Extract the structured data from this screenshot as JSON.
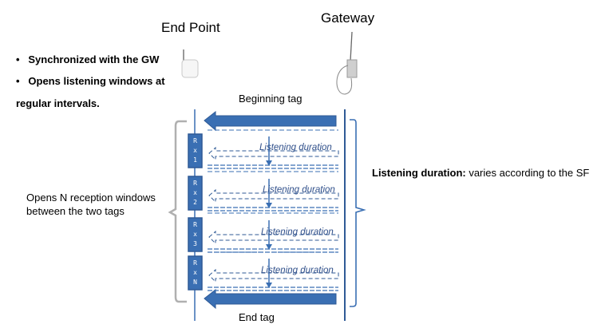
{
  "titles": {
    "end_point": "End Point",
    "gateway": "Gateway"
  },
  "bullets": [
    "Synchronized with the GW",
    "Opens listening windows at"
  ],
  "bullet_continuation": "regular intervals.",
  "tags": {
    "beginning": "Beginning tag",
    "end": "End tag"
  },
  "left_note": {
    "line1": "Opens N reception windows",
    "line2": "between the two tags"
  },
  "right_note": {
    "bold": "Listening duration:",
    "rest": " varies according to the SF"
  },
  "windows": [
    {
      "label": [
        "R",
        "x",
        "1"
      ],
      "duration_label": "Listening duration"
    },
    {
      "label": [
        "R",
        "x",
        "2"
      ],
      "duration_label": "Listening duration"
    },
    {
      "label": [
        "R",
        "x",
        "3"
      ],
      "duration_label": "Listening duration"
    },
    {
      "label": [
        "R",
        "x",
        "N"
      ],
      "duration_label": "Listening duration"
    }
  ],
  "colors": {
    "primary_blue": "#3a6fb3",
    "dark_blue": "#2f5a96",
    "brace_gray": "#b0b0b0"
  }
}
